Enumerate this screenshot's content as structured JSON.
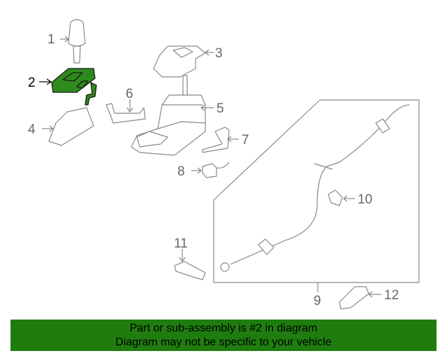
{
  "diagram": {
    "highlighted_part": "2",
    "colors": {
      "highlight": "#2e8b1e",
      "banner": "#1f7d0f",
      "line": "#888888"
    },
    "callouts": {
      "c1": "1",
      "c2": "2",
      "c3": "3",
      "c4": "4",
      "c5": "5",
      "c6": "6",
      "c7": "7",
      "c8": "8",
      "c9": "9",
      "c10": "10",
      "c11": "11",
      "c12": "12"
    }
  },
  "banner": {
    "line1": "Part or sub-assembly is #2 in diagram",
    "line2": "Diagram may not be specific to your vehicle"
  }
}
